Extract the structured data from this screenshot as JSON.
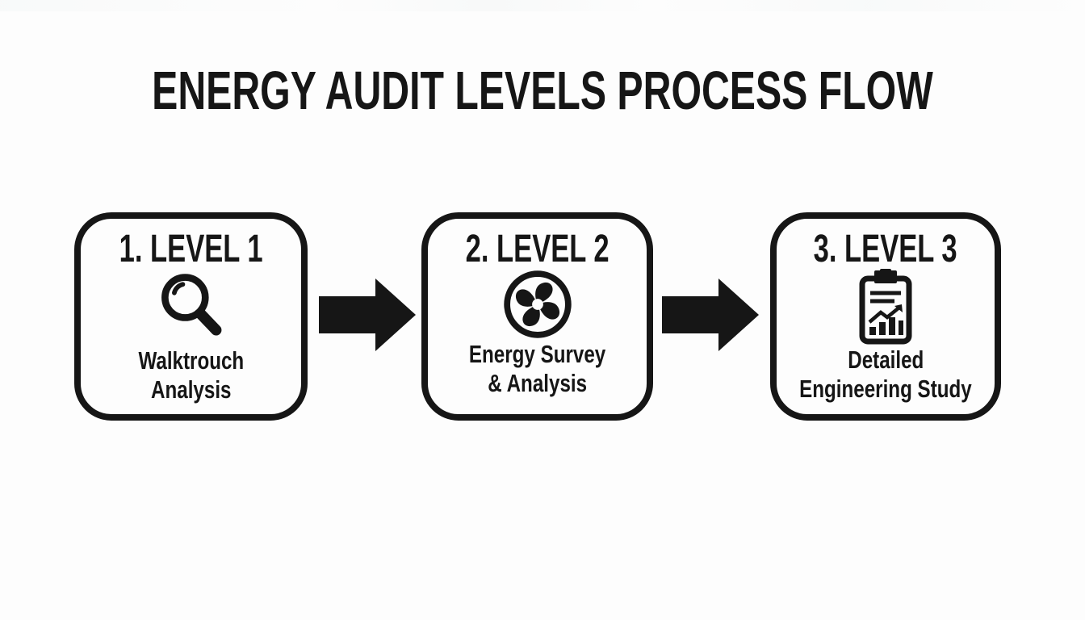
{
  "title": "ENERGY AUDIT LEVELS PROCESS FLOW",
  "colors": {
    "background": "#fdfdfd",
    "foreground": "#161616"
  },
  "steps": [
    {
      "heading": "1. LEVEL 1",
      "icon": "magnifier-icon",
      "label_line1": "Walktrouch",
      "label_line2": "Analysis"
    },
    {
      "heading": "2. LEVEL 2",
      "icon": "fan-icon",
      "label_line1": "Energy Survey",
      "label_line2": "& Analysis"
    },
    {
      "heading": "3. LEVEL 3",
      "icon": "clipboard-chart-icon",
      "label_line1": "Detailed",
      "label_line2": "Engineering Study"
    }
  ],
  "connectors": [
    {
      "type": "arrow-right"
    },
    {
      "type": "arrow-right"
    }
  ]
}
